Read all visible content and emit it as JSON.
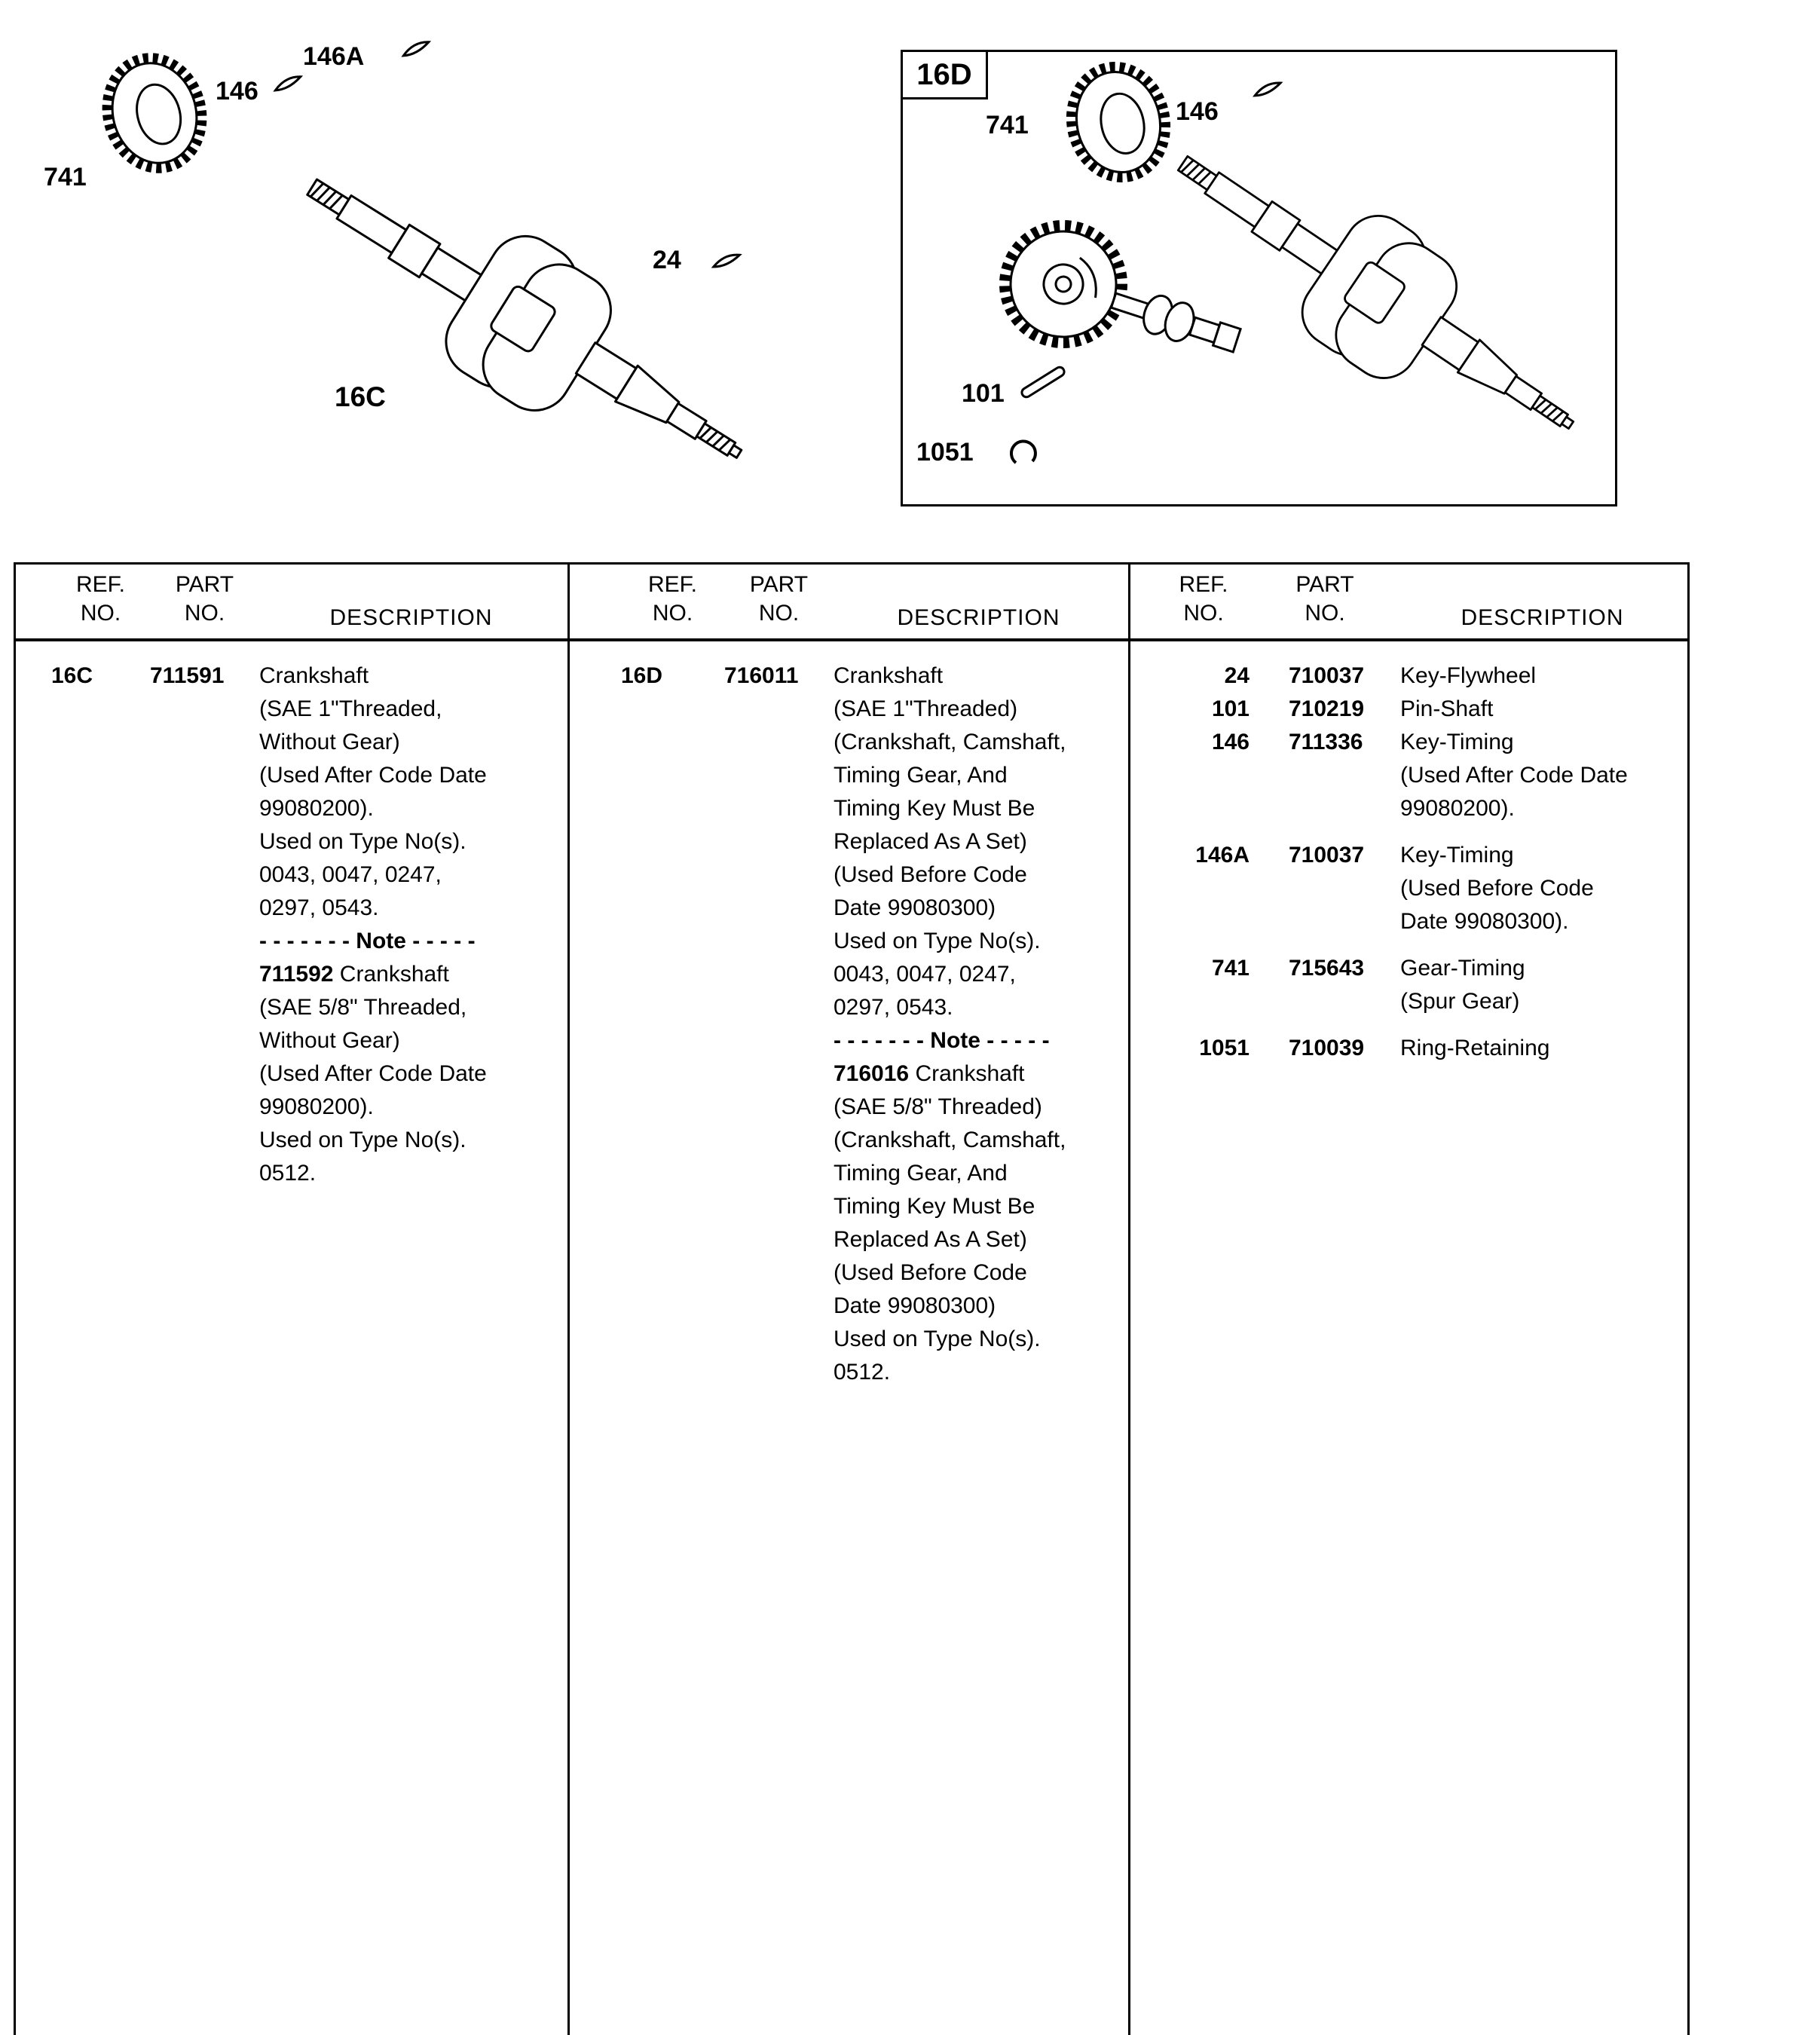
{
  "diagram_16c": {
    "ref_label": "16C",
    "timing_gear_label": "741",
    "key_timing_label": "146",
    "key_timing_a_label": "146A",
    "key_flywheel_label": "24"
  },
  "diagram_16d": {
    "box_label": "16D",
    "timing_gear_label": "741",
    "key_timing_label": "146",
    "pin_shaft_label": "101",
    "retaining_ring_label": "1051"
  },
  "table": {
    "headers": {
      "ref_line1": "REF.",
      "ref_line2": "NO.",
      "part_line1": "PART",
      "part_line2": "NO.",
      "description": "DESCRIPTION"
    },
    "columns": [
      {
        "entries": [
          {
            "ref": "16C",
            "part": "711591",
            "desc": [
              [
                {
                  "t": "Crankshaft"
                }
              ],
              [
                {
                  "t": "(SAE 1\"Threaded,"
                }
              ],
              [
                {
                  "t": "Without Gear)"
                }
              ],
              [
                {
                  "t": "(Used After Code Date"
                }
              ],
              [
                {
                  "t": "99080200)."
                }
              ],
              [
                {
                  "t": "Used on Type No(s)."
                }
              ],
              [
                {
                  "t": "0043, 0047, 0247,"
                }
              ],
              [
                {
                  "t": "0297, 0543."
                }
              ],
              [
                {
                  "t": "- - - - - - -  Note  - - - - -",
                  "b": true
                }
              ],
              [
                {
                  "t": "711592",
                  "b": true
                },
                {
                  "t": " Crankshaft"
                }
              ],
              [
                {
                  "t": "(SAE 5/8\" Threaded,"
                }
              ],
              [
                {
                  "t": "Without Gear)"
                }
              ],
              [
                {
                  "t": "(Used After Code Date"
                }
              ],
              [
                {
                  "t": "99080200)."
                }
              ],
              [
                {
                  "t": "Used on Type No(s)."
                }
              ],
              [
                {
                  "t": "0512."
                }
              ]
            ]
          }
        ]
      },
      {
        "entries": [
          {
            "ref": "16D",
            "part": "716011",
            "desc": [
              [
                {
                  "t": "Crankshaft"
                }
              ],
              [
                {
                  "t": "(SAE 1\"Threaded)"
                }
              ],
              [
                {
                  "t": "(Crankshaft, Camshaft,"
                }
              ],
              [
                {
                  "t": "Timing Gear, And"
                }
              ],
              [
                {
                  "t": "Timing Key Must Be"
                }
              ],
              [
                {
                  "t": "Replaced As A Set)"
                }
              ],
              [
                {
                  "t": "(Used Before Code"
                }
              ],
              [
                {
                  "t": "Date 99080300)"
                }
              ],
              [
                {
                  "t": "Used on Type No(s)."
                }
              ],
              [
                {
                  "t": "0043, 0047, 0247,"
                }
              ],
              [
                {
                  "t": "0297, 0543."
                }
              ],
              [
                {
                  "t": "- - - - - - -  Note  - - - - -",
                  "b": true
                }
              ],
              [
                {
                  "t": "716016",
                  "b": true
                },
                {
                  "t": " Crankshaft"
                }
              ],
              [
                {
                  "t": "(SAE 5/8\" Threaded)"
                }
              ],
              [
                {
                  "t": "(Crankshaft, Camshaft,"
                }
              ],
              [
                {
                  "t": "Timing Gear, And"
                }
              ],
              [
                {
                  "t": "Timing Key Must Be"
                }
              ],
              [
                {
                  "t": "Replaced As A Set)"
                }
              ],
              [
                {
                  "t": "(Used Before Code"
                }
              ],
              [
                {
                  "t": "Date 99080300)"
                }
              ],
              [
                {
                  "t": "Used on Type No(s)."
                }
              ],
              [
                {
                  "t": "0512."
                }
              ]
            ]
          }
        ]
      },
      {
        "entries": [
          {
            "ref": "24",
            "part": "710037",
            "desc": [
              [
                {
                  "t": "Key-Flywheel"
                }
              ]
            ]
          },
          {
            "ref": "101",
            "part": "710219",
            "desc": [
              [
                {
                  "t": "Pin-Shaft"
                }
              ]
            ]
          },
          {
            "ref": "146",
            "part": "711336",
            "desc": [
              [
                {
                  "t": "Key-Timing"
                }
              ],
              [
                {
                  "t": "(Used After Code Date"
                }
              ],
              [
                {
                  "t": "99080200)."
                }
              ]
            ]
          },
          {
            "ref": "146A",
            "part": "710037",
            "gap": true,
            "desc": [
              [
                {
                  "t": "Key-Timing"
                }
              ],
              [
                {
                  "t": "(Used Before Code"
                }
              ],
              [
                {
                  "t": "Date 99080300)."
                }
              ]
            ]
          },
          {
            "ref": "741",
            "part": "715643",
            "gap": true,
            "desc": [
              [
                {
                  "t": "Gear-Timing"
                }
              ],
              [
                {
                  "t": "(Spur Gear)"
                }
              ]
            ]
          },
          {
            "ref": "1051",
            "part": "710039",
            "gap": true,
            "desc": [
              [
                {
                  "t": "Ring-Retaining"
                }
              ]
            ]
          }
        ]
      }
    ]
  }
}
